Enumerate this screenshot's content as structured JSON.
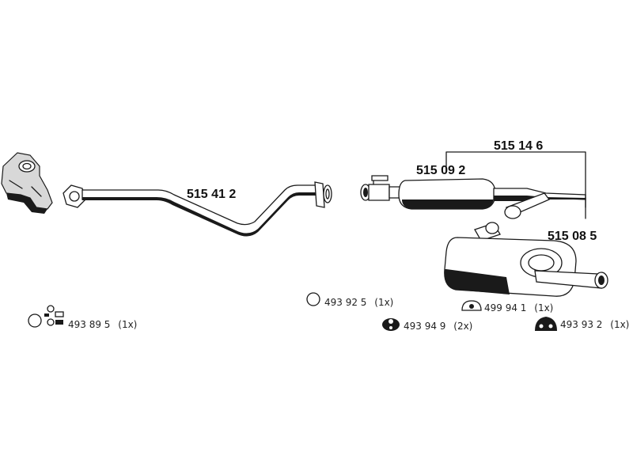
{
  "parts": {
    "manifold": "manifold",
    "front_pipe": "515 41 2",
    "middle_silencer": "515 09 2",
    "assembly": "515 14 6",
    "rear_silencer": "515 08 5"
  },
  "hardware": {
    "kit_1": {
      "number": "493 89 5",
      "qty": "(1x)"
    },
    "kit_2": {
      "number": "493 92 5",
      "qty": "(1x)"
    },
    "kit_3": {
      "number": "493 94 9",
      "qty": "(2x)"
    },
    "kit_4": {
      "number": "499 94 1",
      "qty": "(1x)"
    },
    "kit_5": {
      "number": "493 93 2",
      "qty": "(1x)"
    }
  },
  "colors": {
    "line": "#1a1a1a",
    "background": "#ffffff",
    "text": "#111111"
  }
}
